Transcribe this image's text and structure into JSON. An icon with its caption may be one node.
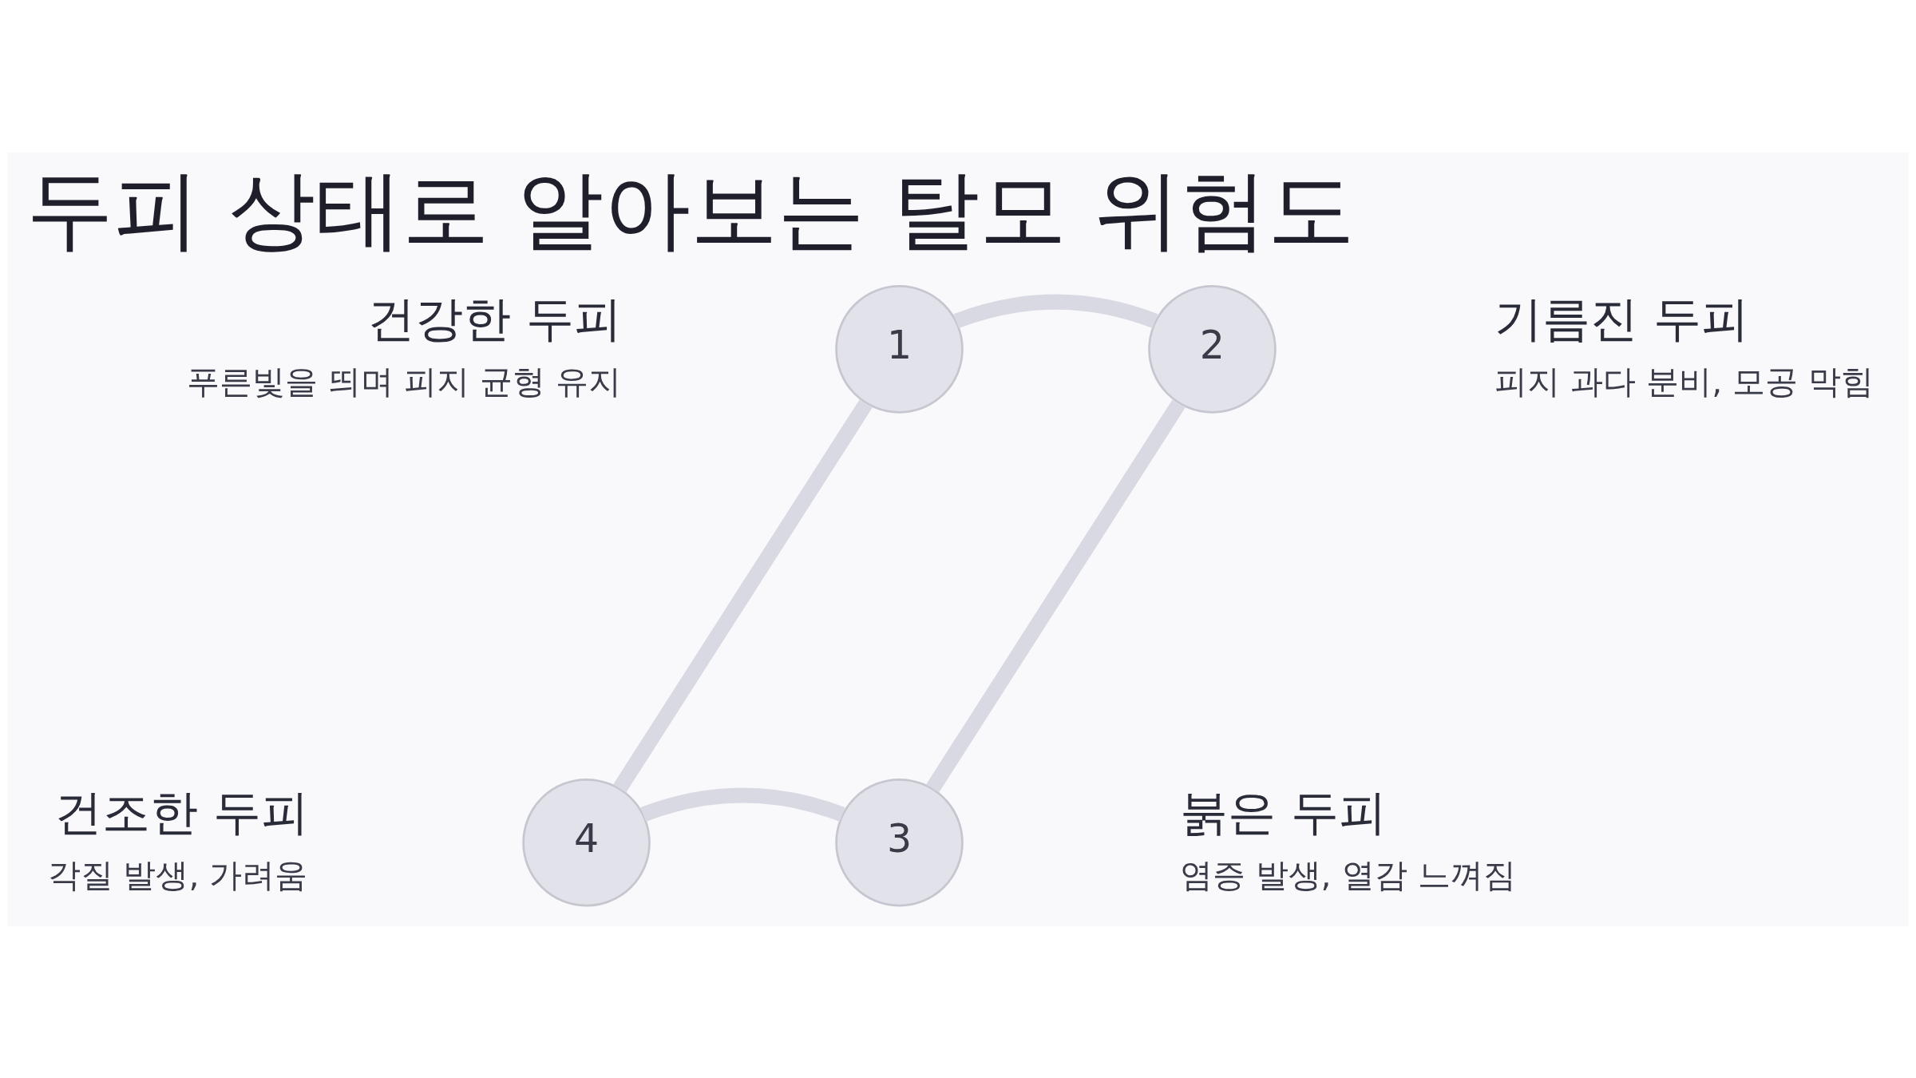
{
  "diagram": {
    "title": "두피 상태로 알아보는 탈모 위험도",
    "nodes": [
      {
        "text": [
          "1"
        ],
        "beside": [
          "건강한 두피",
          "푸른빛을 띄며 피지 균형 유지"
        ]
      },
      {
        "text": [
          "2"
        ],
        "beside": [
          "기름진 두피",
          "피지 과다 분비, 모공 막힘"
        ]
      },
      {
        "text": [
          "3"
        ],
        "beside": [
          "붉은 두피",
          "염증 발생, 열감 느껴짐"
        ]
      },
      {
        "text": [
          "4"
        ],
        "beside": [
          "건조한 두피",
          "각질 발생, 가려움"
        ]
      }
    ],
    "edges": [
      {
        "from": 0,
        "to": 1,
        "arrow": "none"
      },
      {
        "from": 1,
        "to": 2,
        "arrow": "none"
      },
      {
        "from": 2,
        "to": 3,
        "arrow": "none"
      },
      {
        "from": 3,
        "to": 0,
        "arrow": "none"
      }
    ]
  }
}
